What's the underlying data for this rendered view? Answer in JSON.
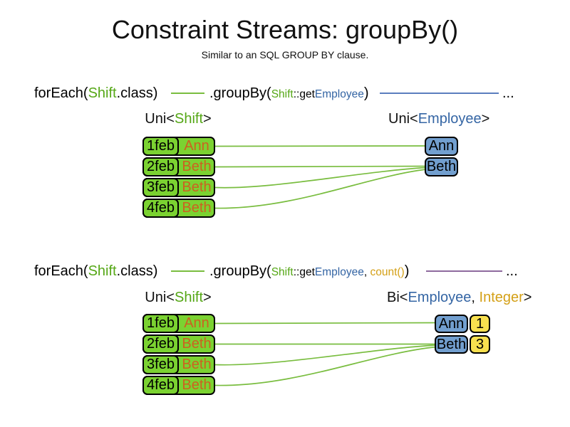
{
  "title": "Constraint Streams: groupBy()",
  "subtitle": "Similar to an SQL GROUP BY clause.",
  "colors": {
    "green_text": "#55a716",
    "green_fill": "#7bd231",
    "green_line": "#79bd3f",
    "orange_text": "#cc6120",
    "blue_text": "#3465a4",
    "blue_fill": "#729fcf",
    "blue_line": "#5b7ebe",
    "gold_text": "#d4a017",
    "yellow_fill": "#f8e04f",
    "purple_line": "#8e6a9e"
  },
  "section1": {
    "code": {
      "foreach_open": "forEach(",
      "shift_class": "Shift",
      "class_close": ".class)",
      "groupby_open": ".groupBy(",
      "key_class": "Shift",
      "key_accessor": "::get",
      "key_type": "Employee",
      "close_paren": ")",
      "ellipsis": "..."
    },
    "source_label": {
      "open": "Uni<",
      "type": "Shift",
      "close": ">"
    },
    "result_label": {
      "open": "Uni<",
      "type": "Employee",
      "close": ">"
    },
    "shifts": [
      {
        "date": "1feb",
        "employee": "Ann"
      },
      {
        "date": "2feb",
        "employee": "Beth"
      },
      {
        "date": "3feb",
        "employee": "Beth"
      },
      {
        "date": "4feb",
        "employee": "Beth"
      }
    ],
    "groups": [
      {
        "employee": "Ann"
      },
      {
        "employee": "Beth"
      }
    ]
  },
  "section2": {
    "code": {
      "foreach_open": "forEach(",
      "shift_class": "Shift",
      "class_close": ".class)",
      "groupby_open": ".groupBy(",
      "key_class": "Shift",
      "key_accessor": "::get",
      "key_type": "Employee",
      "comma": ", ",
      "collector": "count()",
      "close_paren": ")",
      "ellipsis": "..."
    },
    "source_label": {
      "open": "Uni<",
      "type": "Shift",
      "close": ">"
    },
    "result_label": {
      "open": "Bi<",
      "type1": "Employee",
      "separator": ", ",
      "type2": "Integer",
      "close": ">"
    },
    "shifts": [
      {
        "date": "1feb",
        "employee": "Ann"
      },
      {
        "date": "2feb",
        "employee": "Beth"
      },
      {
        "date": "3feb",
        "employee": "Beth"
      },
      {
        "date": "4feb",
        "employee": "Beth"
      }
    ],
    "groups": [
      {
        "employee": "Ann",
        "count": "1"
      },
      {
        "employee": "Beth",
        "count": "3"
      }
    ]
  }
}
